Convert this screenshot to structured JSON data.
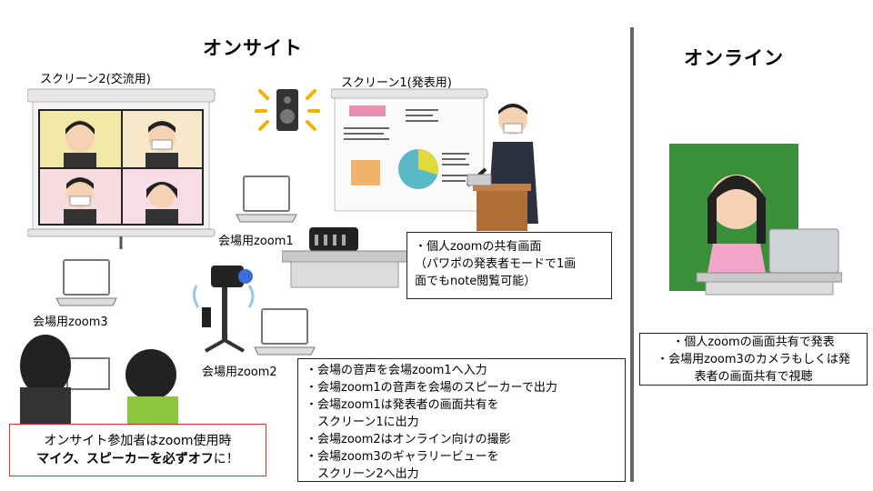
{
  "headings": {
    "onsite": "オンサイト",
    "online": "オンライン"
  },
  "labels": {
    "screen2": "スクリーン2(交流用)",
    "screen1": "スクリーン1(発表用)",
    "zoom1": "会場用zoom1",
    "zoom2": "会場用zoom2",
    "zoom3": "会場用zoom3"
  },
  "note_screen1": [
    "・個人zoomの共有画面",
    "（パワポの発表者モードで1画",
    "面でもnote閲覧可能）"
  ],
  "note_center": [
    "・会場の音声を会場zoom1へ入力",
    "・会場zoom1の音声を会場のスピーカーで出力",
    "・会場zoom1は発表者の画面共有を",
    "　スクリーン1に出力",
    "・会場zoom2はオンライン向けの撮影",
    "・会場zoom3のギャラリービューを",
    "　スクリーン2へ出力"
  ],
  "note_attendees": {
    "line1": "オンサイト参加者はzoom使用時",
    "line2_bold": "マイク、スピーカーを必ずオフ",
    "line2_end": "に！"
  },
  "note_online": [
    "・個人zoomの画面共有で発表",
    "・会場用zoom3のカメラもしくは発",
    "表者の画面共有で視聴"
  ],
  "colors": {
    "green_screen": "#3a8f3a",
    "divider": "#666666",
    "alert_border": "#c0392b",
    "pie_teal": "#5ab9c6",
    "pie_yellow": "#e2d93a"
  }
}
